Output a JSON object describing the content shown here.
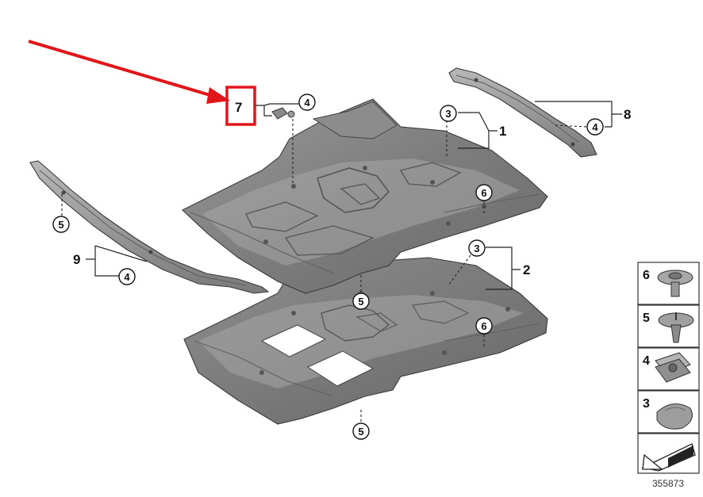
{
  "highlight_color": "#e0161b",
  "part_labels": [
    {
      "id": "part-7",
      "text": "7"
    },
    {
      "id": "part-1",
      "text": "1"
    },
    {
      "id": "part-8",
      "text": "8"
    },
    {
      "id": "part-9",
      "text": "9"
    },
    {
      "id": "part-2",
      "text": "2"
    }
  ],
  "callouts": [
    {
      "id": "callout-4-part7",
      "text": "4"
    },
    {
      "id": "callout-3-upper",
      "text": "3"
    },
    {
      "id": "callout-4-part8",
      "text": "4"
    },
    {
      "id": "callout-6-upper",
      "text": "6"
    },
    {
      "id": "callout-5-left",
      "text": "5"
    },
    {
      "id": "callout-4-part9",
      "text": "4"
    },
    {
      "id": "callout-5-middle",
      "text": "5"
    },
    {
      "id": "callout-3-lower",
      "text": "3"
    },
    {
      "id": "callout-6-lower",
      "text": "6"
    },
    {
      "id": "callout-5-bottom",
      "text": "5"
    }
  ],
  "legend": [
    {
      "number": "6",
      "icon": "push-rivet-icon"
    },
    {
      "number": "5",
      "icon": "expanding-rivet-icon"
    },
    {
      "number": "4",
      "icon": "nut-clip-icon"
    },
    {
      "number": "3",
      "icon": "repair-patch-icon"
    }
  ],
  "diagram_number": "355873"
}
